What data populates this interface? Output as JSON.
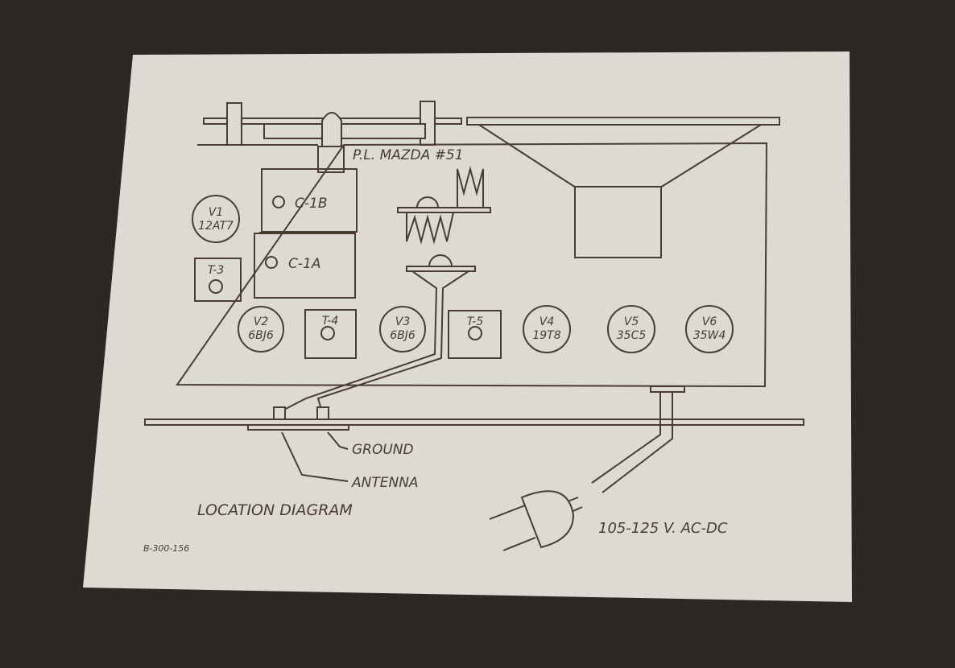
{
  "colors": {
    "background": "#2b2826",
    "paper": "#dcdad2",
    "ink": "#4b3c32"
  },
  "title": "LOCATION DIAGRAM",
  "pilot_lamp": "P.L. MAZDA #51",
  "drawing_number": "B-300-156",
  "power_rating": "105-125 V. AC-DC",
  "terminals": {
    "ground": "GROUND",
    "antenna": "ANTENNA"
  },
  "capacitors": {
    "c1b": "C-1B",
    "c1a": "C-1A"
  },
  "trimmers": {
    "t3": "T-3",
    "t4": "T-4",
    "t5": "T-5"
  },
  "tubes": [
    {
      "id": "V1",
      "type": "12AT7"
    },
    {
      "id": "V2",
      "type": "6BJ6"
    },
    {
      "id": "V3",
      "type": "6BJ6"
    },
    {
      "id": "V4",
      "type": "19T8"
    },
    {
      "id": "V5",
      "type": "35C5"
    },
    {
      "id": "V6",
      "type": "35W4"
    }
  ]
}
